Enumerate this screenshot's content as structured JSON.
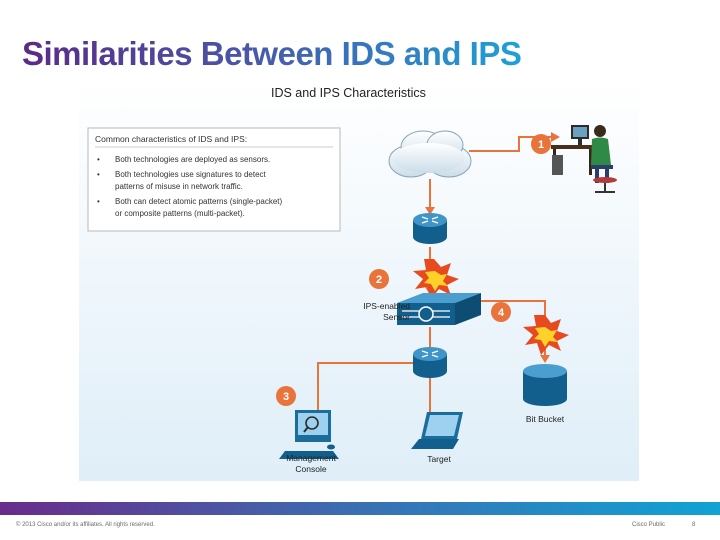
{
  "slide": {
    "title": "Similarities Between IDS and IPS",
    "figure": {
      "title": "IDS and IPS Characteristics",
      "box": {
        "heading": "Common characteristics of IDS and IPS:",
        "lines": [
          "Both technologies are deployed as sensors.",
          "Both technologies use signatures to detect",
          "patterns of misuse in network traffic.",
          "Both can detect atomic patterns (single-packet)",
          "or composite patterns (multi-packet)."
        ]
      },
      "callouts": [
        "1",
        "2",
        "3",
        "4"
      ],
      "labels": {
        "sensor_line1": "IPS-enabled",
        "sensor_line2": "Sensor",
        "bit_bucket": "Bit Bucket",
        "management_line1": "Management",
        "management_line2": "Console",
        "target": "Target"
      }
    }
  },
  "footer": {
    "copyright": "© 2013 Cisco and/or its affiliates. All rights reserved.",
    "classification": "Cisco Public",
    "page": "8"
  },
  "colors": {
    "connector": "#e8743b",
    "device_blue": "#1b6d9c",
    "callout_orange": "#e8743b",
    "figure_bg": "#eaf4fb"
  },
  "icons": [
    "cloud-icon",
    "router-icon",
    "ips-sensor-icon",
    "burst-icon",
    "database-icon",
    "management-console-icon",
    "laptop-icon",
    "attacker-workstation-icon"
  ]
}
